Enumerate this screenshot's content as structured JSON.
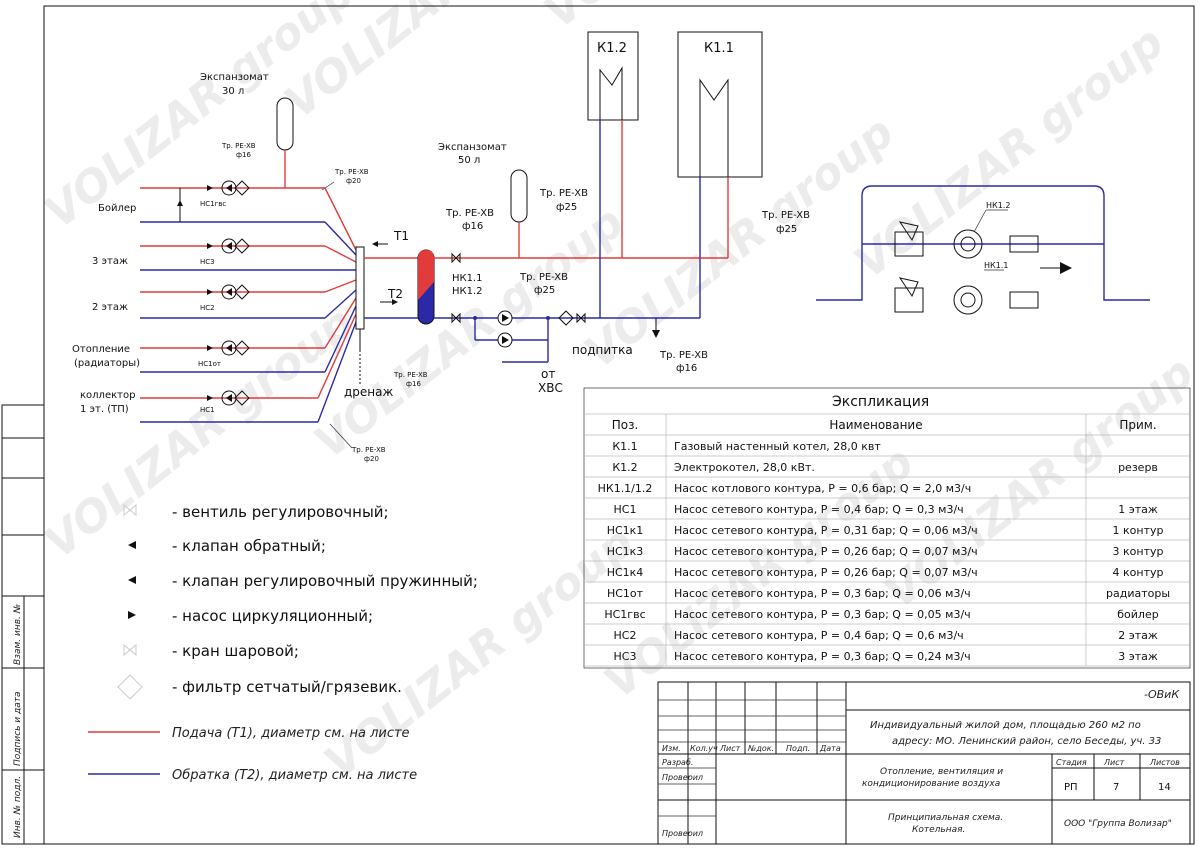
{
  "scheme": {
    "expansomat_30": [
      "Экспанзомат",
      "30 л"
    ],
    "expansomat_50": [
      "Экспанзомат",
      "50 л"
    ],
    "pipe_labels": {
      "left_top": [
        "Тр. PE-XB",
        "ф16"
      ],
      "left_top2": [
        "Тр. PE-XB",
        "ф20"
      ],
      "center_16": [
        "Тр. PE-XB",
        "ф16"
      ],
      "center_25": [
        "Тр. PE-XB",
        "ф25"
      ],
      "right_25": [
        "Тр. PE-XB",
        "ф25"
      ],
      "nk_25": [
        "Тр. PE-XB",
        "ф25"
      ],
      "bottom_16": [
        "Тр. PE-XB",
        "ф16"
      ],
      "drain_16": [
        "Тр. PE-XB",
        "ф16"
      ],
      "bottom_20": [
        "Тр. PE-XB",
        "ф20"
      ]
    },
    "circuits": [
      {
        "label": "Бойлер",
        "pump": "НС1гвс"
      },
      {
        "label": "3 этаж",
        "pump": "НС3"
      },
      {
        "label": "2 этаж",
        "pump": "НС2"
      },
      {
        "label": "Отопление (радиаторы)",
        "label_lines": [
          "Отопление",
          "(радиаторы)"
        ],
        "pump": "НС1от"
      },
      {
        "label": "коллектор 1 эт. (ТП)",
        "label_lines": [
          "коллектор",
          "1 эт. (ТП)"
        ],
        "pump": "НС1"
      }
    ],
    "t1": "Т1",
    "t2": "Т2",
    "nk": [
      "НК1.1",
      "НК1.2"
    ],
    "drain": "дренаж",
    "feed": "подпитка",
    "from_hvs": [
      "от",
      "ХВС"
    ],
    "boilers": [
      "К1.2",
      "К1.1"
    ],
    "detail_labels": [
      "НК1.2",
      "НК1.1"
    ]
  },
  "legend": {
    "items": [
      "- вентиль регулировочный;",
      "- клапан обратный;",
      "- клапан регулировочный пружинный;",
      "- насос циркуляционный;",
      "- кран шаровой;",
      "- фильтр сетчатый/грязевик."
    ],
    "supply": "Подача (Т1), диаметр см. на листе",
    "return": "Обратка (Т2), диаметр см. на листе"
  },
  "explication": {
    "title": "Экспликация",
    "headers": [
      "Поз.",
      "Наименование",
      "Прим."
    ],
    "rows": [
      [
        "К1.1",
        "Газовый настенный котел, 28,0 квт",
        ""
      ],
      [
        "К1.2",
        "Электрокотел, 28,0 кВт.",
        "резерв"
      ],
      [
        "НК1.1/1.2",
        "Насос котлового контура, P = 0,6 бар; Q = 2,0 м3/ч",
        ""
      ],
      [
        "НС1",
        "Насос сетевого контура, P = 0,4 бар; Q = 0,3 м3/ч",
        "1 этаж"
      ],
      [
        "НС1к1",
        "Насос сетевого контура, P = 0,31 бар; Q = 0,06 м3/ч",
        "1 контур"
      ],
      [
        "НС1к3",
        "Насос сетевого контура, P = 0,26 бар; Q = 0,07 м3/ч",
        "3 контур"
      ],
      [
        "НС1к4",
        "Насос сетевого контура, P = 0,26 бар; Q = 0,07 м3/ч",
        "4 контур"
      ],
      [
        "НС1от",
        "Насос сетевого контура, P = 0,3 бар; Q = 0,06 м3/ч",
        "радиаторы"
      ],
      [
        "НС1гвс",
        "Насос сетевого контура, P = 0,3 бар; Q = 0,05 м3/ч",
        "бойлер"
      ],
      [
        "НС2",
        "Насос сетевого контура, P = 0,4 бар; Q = 0,6 м3/ч",
        "2 этаж"
      ],
      [
        "НС3",
        "Насос сетевого контура, P = 0,3 бар; Q = 0,24 м3/ч",
        "3 этаж"
      ]
    ]
  },
  "stamp": {
    "code": "-ОВиК",
    "object": [
      "Индивидуальный жилой дом, площадью 260 м2 по",
      "адресу: МО. Ленинский район, село Беседы, уч. 33"
    ],
    "col_headers": [
      "Изм.",
      "Кол.уч",
      "Лист",
      "№док.",
      "Подп.",
      "Дата"
    ],
    "roles": [
      "Разраб.",
      "Проверил",
      "Проверил"
    ],
    "section": [
      "Отопление, вентиляция и",
      "кондиционирование воздуха"
    ],
    "stage_header": [
      "Стадия",
      "Лист",
      "Листов"
    ],
    "stage_values": [
      "РП",
      "7",
      "14"
    ],
    "drawing": [
      "Принципиальная схема.",
      "Котельная."
    ],
    "company": "ООО \"Группа Волизар\""
  },
  "side_stamp": [
    "Взам. инв. №",
    "Подпись и дата",
    "Инв. № подл."
  ],
  "watermark": "VOLIZAR group",
  "colors": {
    "supply": "#e23b3b",
    "return": "#2a2aa8"
  }
}
